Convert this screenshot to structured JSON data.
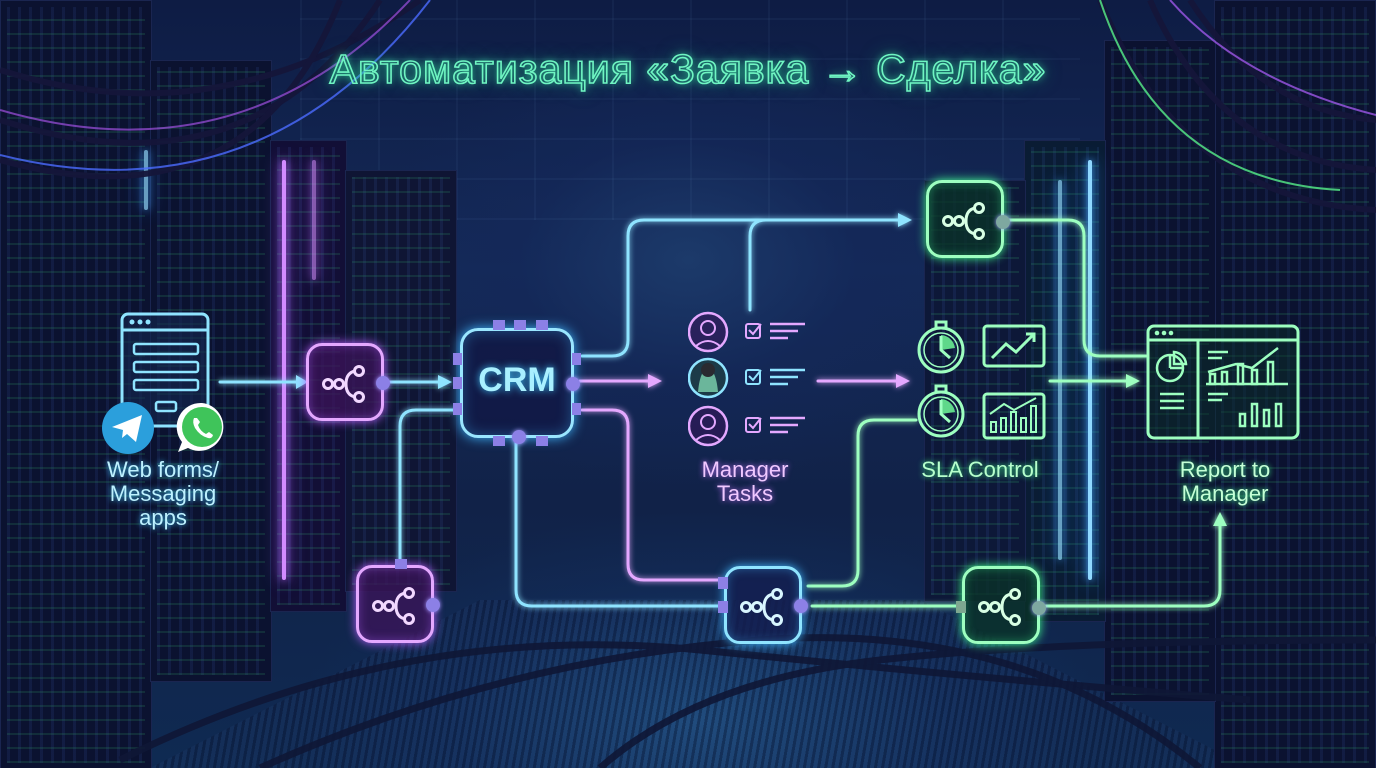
{
  "title": "Автоматизация «Заявка → Сделка»",
  "colors": {
    "title_glow": "#6ff5c2",
    "purple": "#e4a8ff",
    "blue": "#8fe4ff",
    "green": "#9dffc0",
    "port": "#8c80e6",
    "background": "#0e1c44"
  },
  "stages": {
    "source": {
      "label": "Web forms/\nMessaging apps",
      "line1": "Web forms/",
      "line2": "Messaging",
      "line3": "apps",
      "icons": [
        "web-form-icon",
        "telegram-icon",
        "whatsapp-icon"
      ]
    },
    "crm": {
      "label": "CRM",
      "icon": "chip-icon"
    },
    "tasks": {
      "line1": "Manager",
      "line2": "Tasks",
      "icons": [
        "user-avatar-icon",
        "user-avatar-photo",
        "user-avatar-icon",
        "checkbox-icon",
        "text-lines-icon"
      ]
    },
    "sla": {
      "label": "SLA Control",
      "icons": [
        "stopwatch-icon",
        "trend-chart-icon",
        "stopwatch-icon",
        "bar-trend-chart-icon"
      ]
    },
    "report": {
      "line1": "Report to",
      "line2": "Manager",
      "icons": [
        "dashboard-icon",
        "pie-chart-icon",
        "bar-chart-icon"
      ]
    }
  },
  "workflow_nodes": [
    {
      "id": "n1",
      "color": "purple",
      "icon": "workflow-node-icon"
    },
    {
      "id": "n2",
      "color": "purple",
      "icon": "workflow-node-icon"
    },
    {
      "id": "n3",
      "color": "blue",
      "icon": "workflow-node-icon"
    },
    {
      "id": "n4",
      "color": "green",
      "icon": "workflow-node-icon"
    },
    {
      "id": "n5",
      "color": "green",
      "icon": "workflow-node-icon"
    }
  ]
}
